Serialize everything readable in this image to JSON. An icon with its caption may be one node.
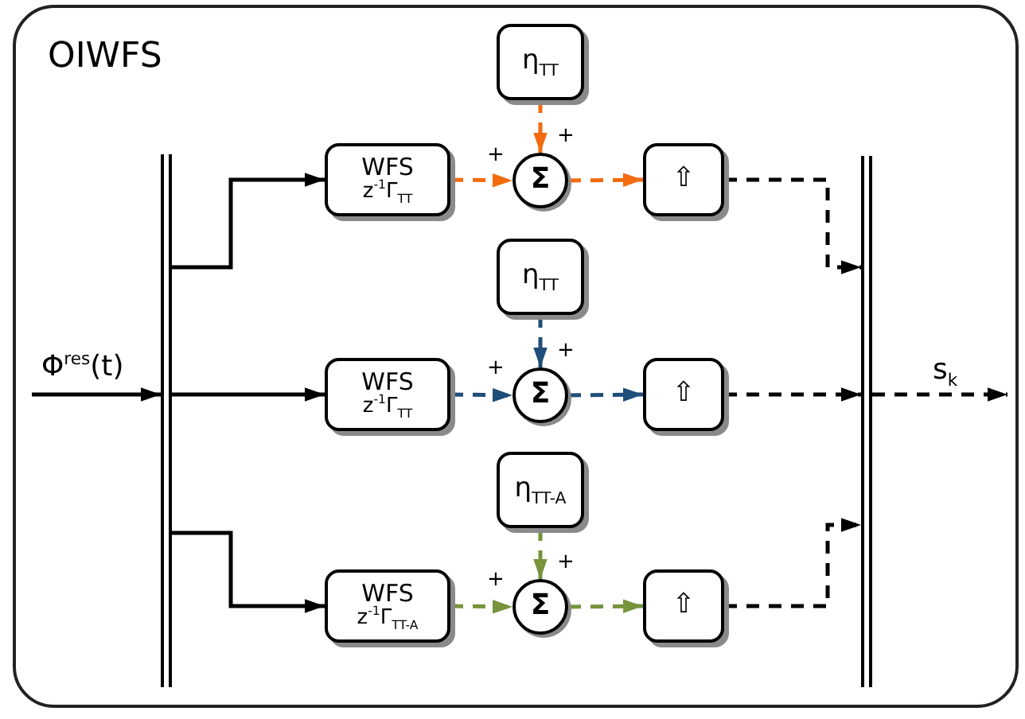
{
  "diagram": {
    "nodes": [
      {
        "text": [
          "OIWFS"
        ]
      },
      {
        "text": [],
        "shape": "bar",
        "in": 0
      },
      {
        "text": [
          "η$_{TT}$"
        ],
        "in": 0
      },
      {
        "text": [
          "WFS",
          "z$^{-1}$Γ$_{TT}$"
        ],
        "in": 0
      },
      {
        "text": [
          "Σ"
        ],
        "in": 0
      },
      {
        "text": [
          "⇧"
        ],
        "in": 0
      },
      {
        "text": [
          "η$_{TT}$"
        ],
        "in": 0
      },
      {
        "text": [
          "WFS",
          "z$^{-1}$Γ$_{TT}$"
        ],
        "in": 0
      },
      {
        "text": [
          "Σ"
        ],
        "in": 0
      },
      {
        "text": [
          "⇧"
        ],
        "in": 0
      },
      {
        "text": [
          "η$_{TT-A}$"
        ],
        "in": 0
      },
      {
        "text": [
          "WFS",
          "z$^{-1}$Γ$_{TT-A}$"
        ],
        "in": 0
      },
      {
        "text": [
          "Σ"
        ],
        "in": 0
      },
      {
        "text": [
          "⇧"
        ],
        "in": 0
      },
      {
        "text": [],
        "shape": "bar",
        "in": 0
      }
    ],
    "edges": [
      {
        "from": null,
        "to": 1,
        "arrow": "to",
        "label": "Φ$^{res}$(t)"
      },
      {
        "from": 1,
        "to": 3,
        "arrow": "to"
      },
      {
        "from": 1,
        "to": 7,
        "arrow": "to"
      },
      {
        "from": 1,
        "to": 11,
        "arrow": "to"
      },
      {
        "from": 3,
        "to": 4,
        "arrow": "to",
        "style": "dashed",
        "color": "#f26b0f"
      },
      {
        "from": 2,
        "to": 4,
        "arrow": "to",
        "style": "dashed",
        "color": "#f26b0f"
      },
      {
        "from": 4,
        "to": 5,
        "arrow": "to",
        "style": "dashed",
        "color": "#f26b0f"
      },
      {
        "from": 7,
        "to": 8,
        "arrow": "to",
        "style": "dashed",
        "color": "#1f4e79"
      },
      {
        "from": 6,
        "to": 8,
        "arrow": "to",
        "style": "dashed",
        "color": "#1f4e79"
      },
      {
        "from": 8,
        "to": 9,
        "arrow": "to",
        "style": "dashed",
        "color": "#1f4e79"
      },
      {
        "from": 11,
        "to": 12,
        "arrow": "to",
        "style": "dashed",
        "color": "#77933c"
      },
      {
        "from": 10,
        "to": 12,
        "arrow": "to",
        "style": "dashed",
        "color": "#77933c"
      },
      {
        "from": 12,
        "to": 13,
        "arrow": "to",
        "style": "dashed",
        "color": "#77933c"
      },
      {
        "from": 5,
        "to": 14,
        "arrow": "to",
        "style": "dashed"
      },
      {
        "from": 9,
        "to": 14,
        "arrow": "to",
        "style": "dashed"
      },
      {
        "from": 13,
        "to": 14,
        "arrow": "to",
        "style": "dashed"
      },
      {
        "from": 14,
        "to": null,
        "arrow": "to",
        "style": "dashed",
        "label": "s$_{k}$"
      }
    ],
    "labels": [
      "+",
      "+",
      "+",
      "+",
      "+",
      "+"
    ]
  }
}
